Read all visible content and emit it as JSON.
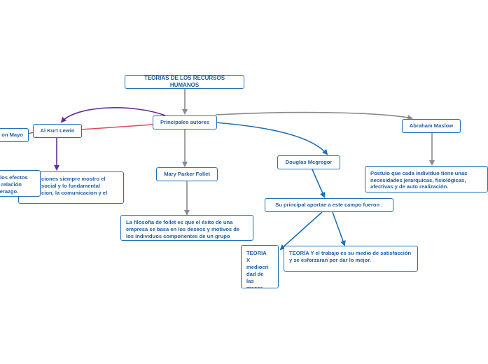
{
  "nodes": {
    "root": "TEORIAS DE LOS RECURSOS HUMANOS",
    "principales": "Principales autores",
    "kurt_lewin": "Al Kurt Lewin",
    "elton_mayo": "on Mayo",
    "mayo_desc": "r los efectos\nn relación\nderazgo.",
    "lewin_desc": "ciones siempre mostro el\n social y lo fundamental\ncion, la comunicacion y el",
    "mary_parker": "Mary Parker Follet",
    "follet_desc": "La filosofía de follet es que el éxito de  una empresa se basa en los deseos y motivos de los individuos componentes de un grupo",
    "douglas": "Douglas  Mcgregor",
    "mcgregor_aporte": "Su principal aportae a este campo fueron :",
    "teoria_x": "TEORIA\nX\nmediocri\ndad de\nlas\nmasas",
    "teoria_y": "TEORÍA Y el trabajo es su medio de satisfacción y se esforzaran por dar lo mejor.",
    "maslow": "Abraham Maslow",
    "maslow_desc": "Postulo que cada individuo tiene unas necesidades jerarquicas, fisiológicas, afectivas y de auto realización."
  },
  "colors": {
    "node_border": "#1f6fb5",
    "node_text": "#1f5fa5",
    "edge_gray": "#8a8a8a",
    "edge_red": "#e04a5a",
    "edge_purple": "#6a2c91",
    "edge_blue": "#1f6fb5"
  }
}
